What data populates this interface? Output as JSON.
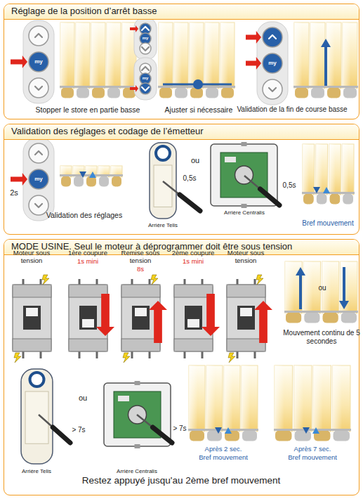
{
  "diagram": {
    "nodes": [
      {
        "text": [
          "Réglage de la position d’arrêt basse"
        ]
      },
      {
        "text": [
          "Validation des réglages et codage de l’émetteur"
        ]
      },
      {
        "text": [
          "MODE USINE. Seul le moteur à déprogrammer doit être sous tension"
        ]
      }
    ],
    "labels": [
      "my",
      "Stopper le store en partie basse",
      "my",
      "my",
      "Ajuster si nécessaire",
      "my",
      "Validation de la fin de course basse",
      "2s",
      "my",
      "Validation des réglages",
      "ou",
      "0,5s",
      "Arrière Telis",
      "0,5s",
      "Arrière Centralis",
      "Bref mouvement",
      "Moteur sous tension",
      "1ère coupure",
      "1s mini",
      "Remise sous tension",
      "8s",
      "2ème coupure",
      "1s mini",
      "Moteur sous tension",
      "ou",
      "Mouvement continu de 5 secondes",
      "ou",
      "> 7s",
      "Arrière Telis",
      "Arrière Centralis",
      "> 7s",
      "Après 2 sec.",
      "Bref mouvement",
      "Après 7 sec.",
      "Bref mouvement",
      "Restez appuyé jusqu'au 2ème bref mouvement"
    ]
  }
}
